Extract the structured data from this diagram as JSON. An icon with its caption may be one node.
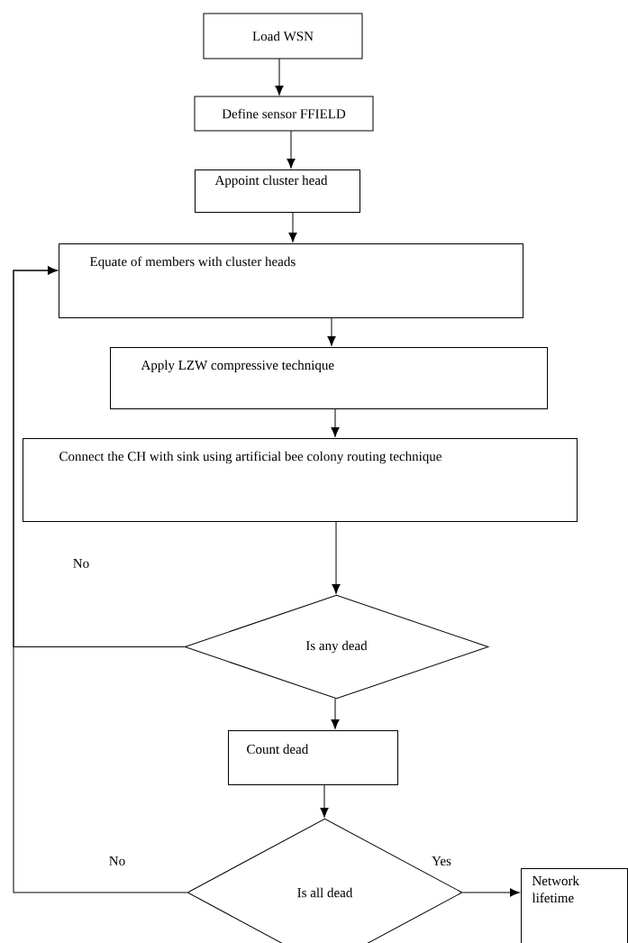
{
  "diagram": {
    "nodes": [
      {
        "text": [
          "Load WSN"
        ]
      },
      {
        "text": [
          "Define sensor FFIELD"
        ]
      },
      {
        "text": [
          "Appoint cluster head"
        ]
      },
      {
        "text": [
          "Equate of members with cluster heads"
        ]
      },
      {
        "text": [
          "Apply LZW compressive technique"
        ]
      },
      {
        "text": [
          "Connect the CH with sink using artificial bee colony routing technique"
        ]
      },
      {
        "text": [
          "Is any dead"
        ]
      },
      {
        "text": [
          "Count dead"
        ]
      },
      {
        "text": [
          "Is all dead"
        ]
      },
      {
        "text": [
          "Network lifetime"
        ]
      }
    ],
    "edges": [
      {
        "from": 0,
        "to": 1,
        "arrow": "to"
      },
      {
        "from": 1,
        "to": 2,
        "arrow": "to"
      },
      {
        "from": 2,
        "to": 3,
        "arrow": "to"
      },
      {
        "from": 3,
        "to": 4,
        "arrow": "to"
      },
      {
        "from": 4,
        "to": 5,
        "arrow": "to"
      },
      {
        "from": 5,
        "to": 6,
        "arrow": "to"
      },
      {
        "from": 6,
        "to": 7,
        "arrow": "to"
      },
      {
        "from": 7,
        "to": 8,
        "arrow": "to"
      },
      {
        "from": 8,
        "to": 9,
        "arrow": "to",
        "label": "Yes"
      },
      {
        "from": 6,
        "to": 3,
        "arrow": "to",
        "label": "No"
      },
      {
        "from": 8,
        "to": 3,
        "arrow": "to",
        "label": "No"
      }
    ]
  }
}
